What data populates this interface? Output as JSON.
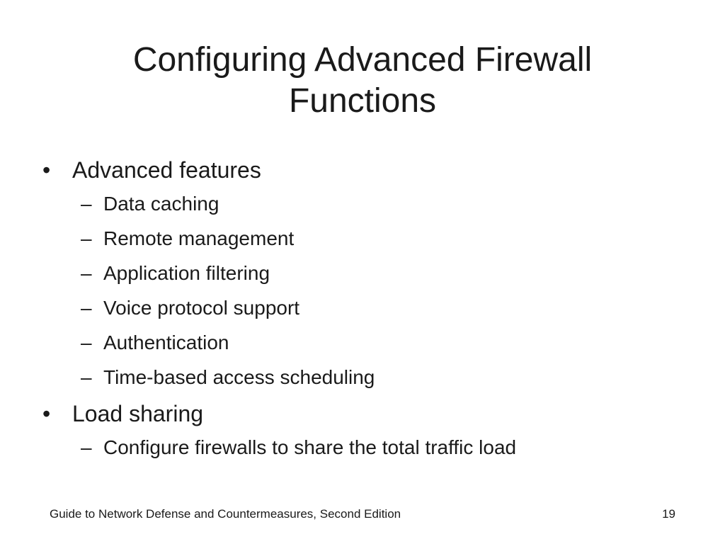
{
  "slide": {
    "title_line1": "Configuring Advanced Firewall",
    "title_line2": "Functions",
    "bullets": [
      {
        "text": "Advanced features",
        "subitems": [
          "Data caching",
          "Remote management",
          "Application filtering",
          "Voice protocol support",
          "Authentication",
          "Time-based access scheduling"
        ]
      },
      {
        "text": "Load sharing",
        "subitems": [
          "Configure firewalls to share the total traffic load"
        ]
      }
    ],
    "bullet_glyph": "•",
    "dash_glyph": "–",
    "footer": "Guide to Network Defense and Countermeasures, Second Edition",
    "page_number": "19"
  }
}
